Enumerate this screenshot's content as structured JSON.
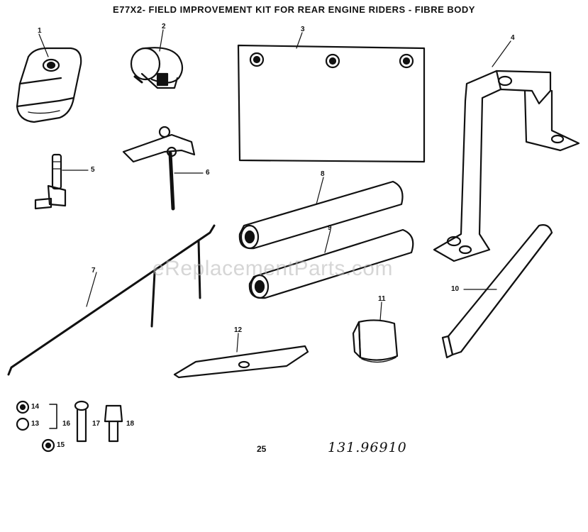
{
  "title": "E77X2- FIELD IMPROVEMENT KIT FOR REAR ENGINE RIDERS - FIBRE BODY",
  "watermark": "eReplacementParts.com",
  "callouts": [
    "1",
    "2",
    "3",
    "4",
    "5",
    "6",
    "7",
    "8",
    "9",
    "10",
    "11",
    "12",
    "14",
    "13",
    "15",
    "16",
    "17",
    "18"
  ],
  "footer": {
    "mark": "25",
    "part_number": "131.96910"
  }
}
